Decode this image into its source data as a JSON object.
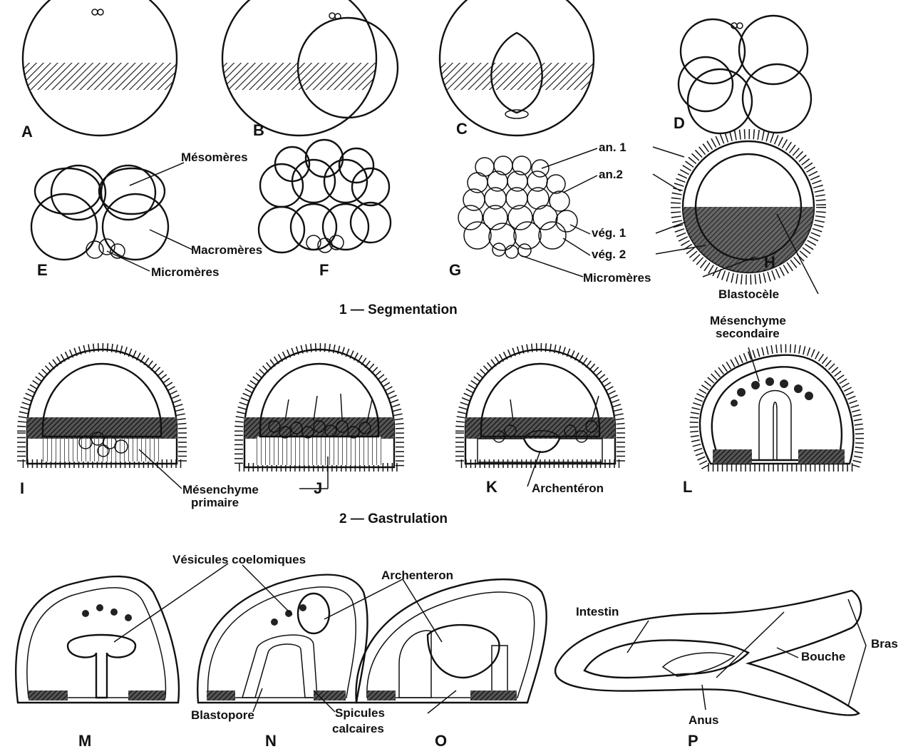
{
  "section_titles": {
    "segmentation": "1 — Segmentation",
    "gastrulation": "2 — Gastrulation"
  },
  "stage_letters": {
    "A": "A",
    "B": "B",
    "C": "C",
    "D": "D",
    "E": "E",
    "F": "F",
    "G": "G",
    "H": "H",
    "I": "I",
    "J": "J",
    "K": "K",
    "L": "L",
    "M": "M",
    "N": "N",
    "O": "O",
    "P": "P"
  },
  "labels": {
    "mesomeres": "Mésomères",
    "macromeres": "Macromères",
    "micromeres_e": "Micromères",
    "micromeres_g": "Micromères",
    "an1": "an. 1",
    "an2": "an.2",
    "veg1": "vég. 1",
    "veg2": "vég. 2",
    "blastocele": "Blastocèle",
    "mesenchyme_secondaire_1": "Mésenchyme",
    "mesenchyme_secondaire_2": "secondaire",
    "mesenchyme_primaire_1": "Mésenchyme",
    "mesenchyme_primaire_2": "primaire",
    "archenteron_k": "Archentéron",
    "vesicules": "Vésicules coelomiques",
    "archenteron_o": "Archenteron",
    "intestin": "Intestin",
    "bras": "Bras",
    "bouche": "Bouche",
    "anus": "Anus",
    "blastopore": "Blastopore",
    "spicules_1": "Spicules",
    "spicules_2": "calcaires"
  }
}
